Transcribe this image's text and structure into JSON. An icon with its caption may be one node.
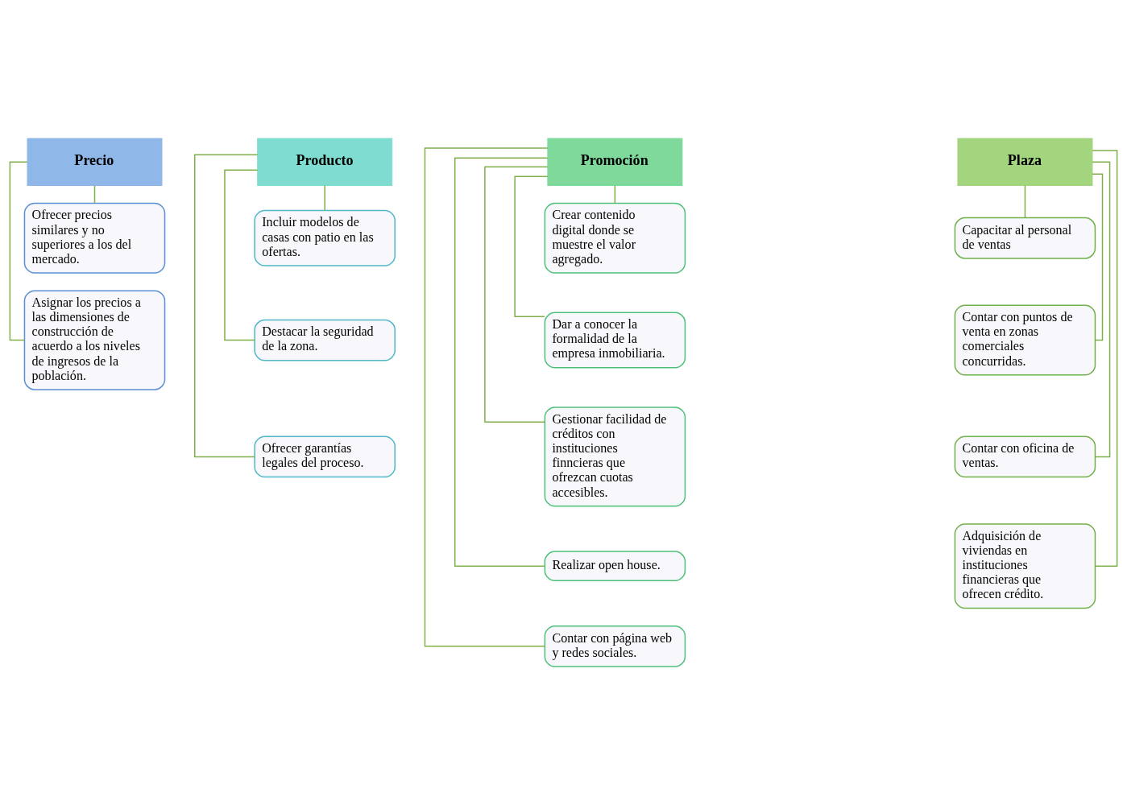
{
  "diagram": {
    "nodes": [
      {
        "text": [
          "Precio"
        ]
      },
      {
        "text": [
          "Ofrecer precios similares y no superiores a los del mercado."
        ]
      },
      {
        "text": [
          "Asignar los precios a las dimensiones de construcción de acuerdo a los niveles de ingresos de la población."
        ]
      },
      {
        "text": [
          "Producto"
        ]
      },
      {
        "text": [
          "Incluir modelos de casas con patio en las ofertas."
        ]
      },
      {
        "text": [
          "Destacar la seguridad de la zona."
        ]
      },
      {
        "text": [
          "Ofrecer garantías legales del proceso."
        ]
      },
      {
        "text": [
          "Promoción"
        ]
      },
      {
        "text": [
          "Crear contenido digital donde se muestre el valor agregado."
        ]
      },
      {
        "text": [
          "Dar a conocer la formalidad de la empresa inmobiliaria."
        ]
      },
      {
        "text": [
          "Gestionar facilidad de créditos con instituciones finncieras que ofrezcan cuotas accesibles."
        ]
      },
      {
        "text": [
          "Realizar open house."
        ]
      },
      {
        "text": [
          "Contar con página web y redes sociales."
        ]
      },
      {
        "text": [
          "Plaza"
        ]
      },
      {
        "text": [
          "Capacitar al personal de ventas"
        ]
      },
      {
        "text": [
          "Contar con puntos de venta en zonas comerciales concurridas."
        ]
      },
      {
        "text": [
          "Contar con oficina de ventas."
        ]
      },
      {
        "text": [
          "Adquisición de viviendas en instituciones financieras que ofrecen crédito."
        ]
      }
    ],
    "edges": [
      {
        "from": 0,
        "to": 1,
        "arrow": "none"
      },
      {
        "from": 0,
        "to": 2,
        "arrow": "none"
      },
      {
        "from": 3,
        "to": 4,
        "arrow": "none"
      },
      {
        "from": 3,
        "to": 5,
        "arrow": "none"
      },
      {
        "from": 3,
        "to": 6,
        "arrow": "none"
      },
      {
        "from": 7,
        "to": 8,
        "arrow": "none"
      },
      {
        "from": 7,
        "to": 9,
        "arrow": "none"
      },
      {
        "from": 7,
        "to": 10,
        "arrow": "none"
      },
      {
        "from": 7,
        "to": 11,
        "arrow": "none"
      },
      {
        "from": 7,
        "to": 12,
        "arrow": "none"
      },
      {
        "from": 13,
        "to": 14,
        "arrow": "none"
      },
      {
        "from": 13,
        "to": 15,
        "arrow": "none"
      },
      {
        "from": 13,
        "to": 16,
        "arrow": "none"
      },
      {
        "from": 13,
        "to": 17,
        "arrow": "none"
      }
    ]
  }
}
